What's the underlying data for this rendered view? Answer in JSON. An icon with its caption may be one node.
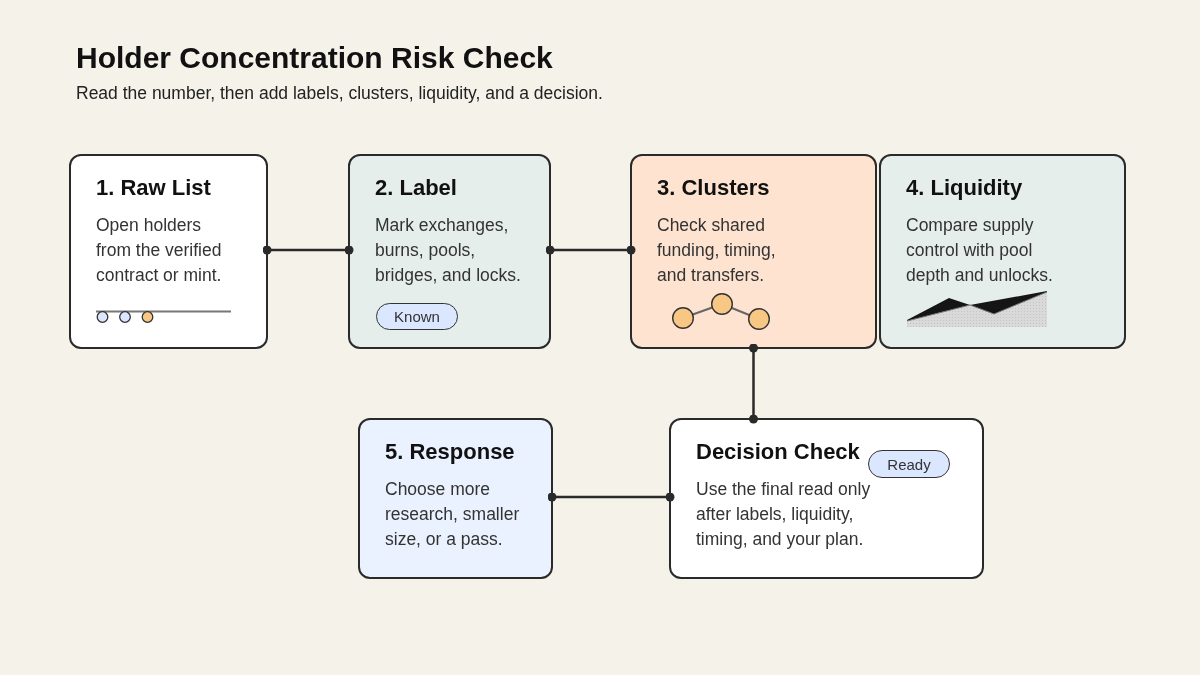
{
  "diagram": {
    "title": "Holder Concentration Risk Check",
    "caption": "Read the number, then add labels, clusters, liquidity, and a decision.",
    "nodes": [
      {
        "text": [
          "1. Raw List",
          "Open holders from the verified contract or mint."
        ]
      },
      {
        "text": [
          "2. Label",
          "Mark exchanges, burns, pools, bridges, and locks."
        ]
      },
      {
        "text": [
          "Known"
        ],
        "in": 1
      },
      {
        "text": [
          "3. Clusters",
          "Check shared funding, timing, and transfers."
        ]
      },
      {
        "text": [
          "4. Liquidity",
          "Compare supply control with pool depth and unlocks."
        ]
      },
      {
        "text": [
          "5. Response",
          "Choose more research, smaller size, or a pass."
        ]
      },
      {
        "text": [
          "Decision Check",
          "Use the final read only after labels, liquidity, timing, and your plan."
        ]
      },
      {
        "text": [
          "Ready"
        ],
        "in": 6
      }
    ],
    "edges": [
      {
        "from": 0,
        "to": 1,
        "arrow": "other"
      },
      {
        "from": 1,
        "to": 3,
        "arrow": "other"
      },
      {
        "from": 3,
        "to": 6,
        "arrow": "other"
      },
      {
        "from": 6,
        "to": 5,
        "arrow": "other"
      }
    ]
  }
}
